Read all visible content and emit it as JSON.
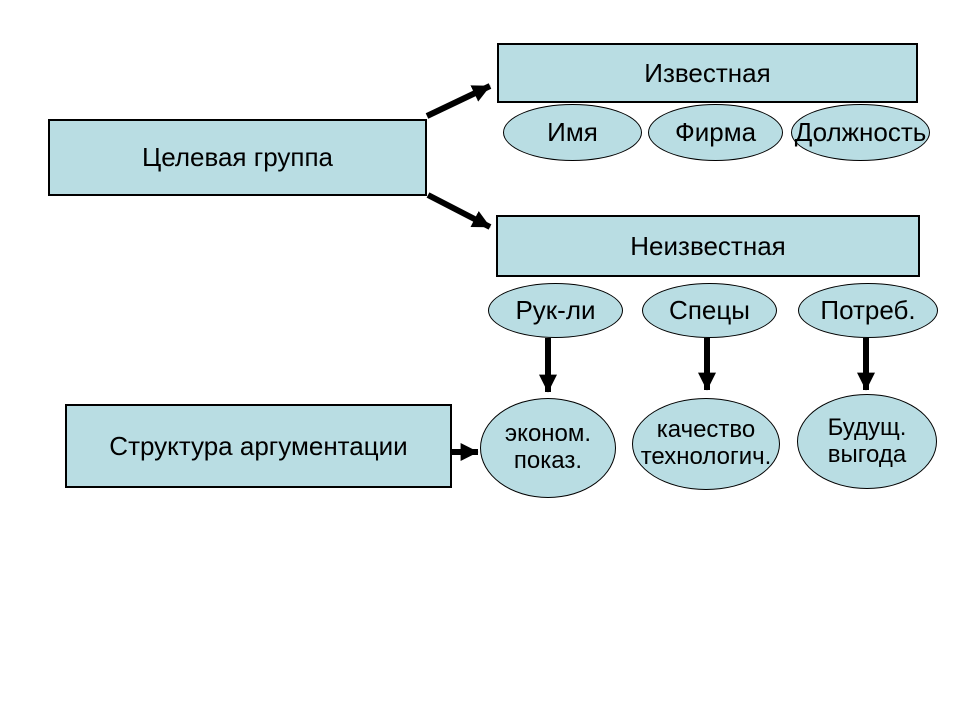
{
  "theme": {
    "background": "#ffffff",
    "node_fill": "#b9dde3",
    "node_border": "#000000",
    "arrow_color": "#000000",
    "text_color": "#000000"
  },
  "nodes": {
    "target_group": "Целевая группа",
    "known": "Известная",
    "unknown": "Неизвестная",
    "argument_structure": "Структура аргументации"
  },
  "known_children": [
    "Имя",
    "Фирма",
    "Должность"
  ],
  "unknown_children": [
    "Рук-ли",
    "Спецы",
    "Потреб."
  ],
  "argument_children": [
    "эконом.\nпоказ.",
    "качество\nтехнологич.",
    "Будущ.\nвыгода"
  ]
}
